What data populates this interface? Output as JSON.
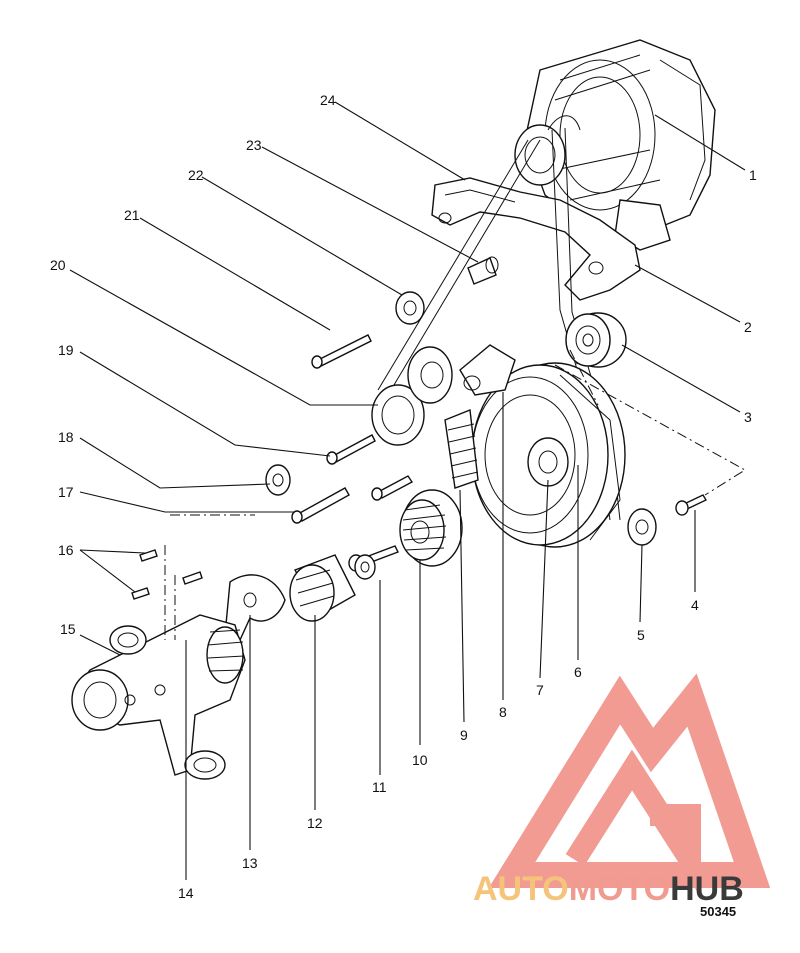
{
  "callouts": {
    "c1": "1",
    "c2": "2",
    "c3": "3",
    "c4": "4",
    "c5": "5",
    "c6": "6",
    "c7": "7",
    "c8": "8",
    "c9": "9",
    "c10": "10",
    "c11": "11",
    "c12": "12",
    "c13": "13",
    "c14": "14",
    "c15": "15",
    "c16": "16",
    "c17": "17",
    "c18": "18",
    "c19": "19",
    "c20": "20",
    "c21": "21",
    "c22": "22",
    "c23": "23",
    "c24": "24"
  },
  "figure_id": "50345",
  "watermark": {
    "part1": "AUTO",
    "part2": "MOTO",
    "part3": "HUB",
    "color_auto": "#f5c47a",
    "color_moto": "#f19a8f",
    "color_hub": "#3a3a3a",
    "logo_color": "#f08a80"
  }
}
